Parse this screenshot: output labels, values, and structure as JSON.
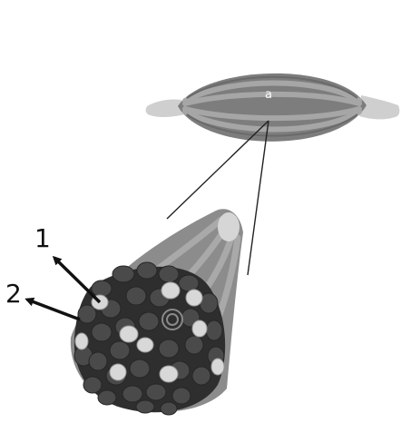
{
  "labels": {
    "muscle": "a",
    "arrow_1": "1",
    "arrow_2": "2"
  },
  "colors": {
    "muscle_belly": "#7d7d7d",
    "muscle_stripe": "#a6a6a6",
    "tendon": "#cfcfcf",
    "bundle_outer": "#8c8c8c",
    "bundle_stripe": "#a9a9a9",
    "fiber_dark": "#3c3c3c",
    "fiber_light": "#d8d8d8",
    "line": "#222222"
  }
}
